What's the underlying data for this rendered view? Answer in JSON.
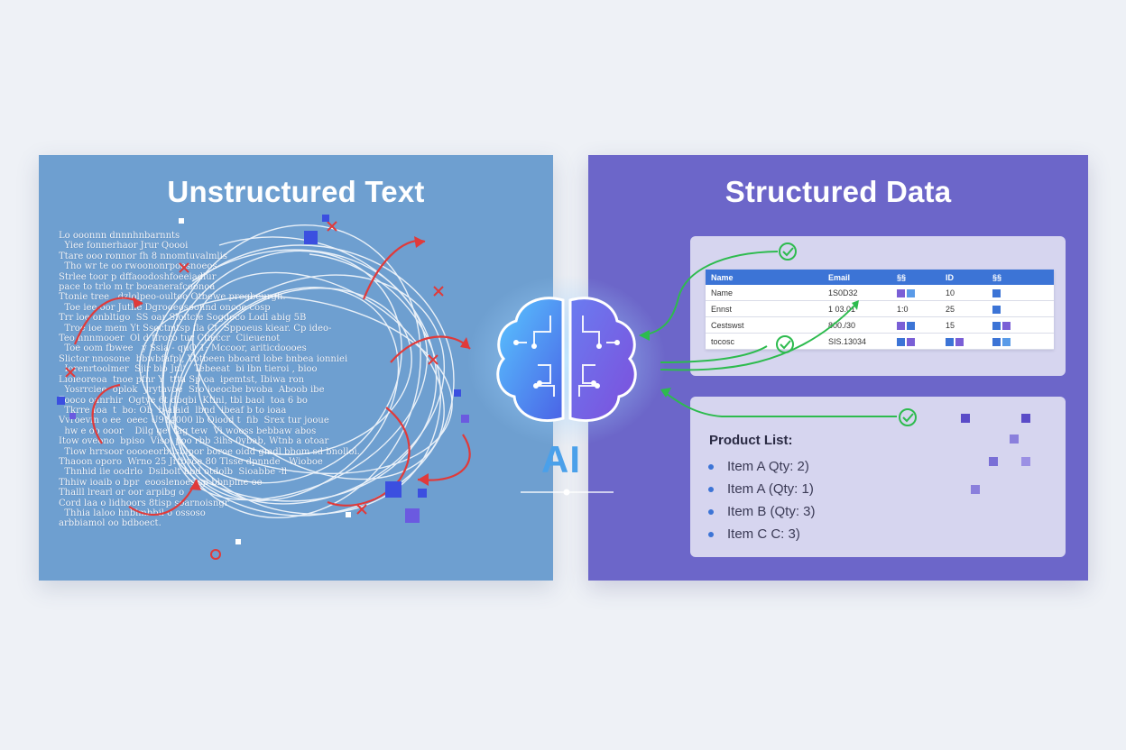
{
  "left_panel": {
    "title": "Unstructured Text",
    "noise_lines": [
      "Lo ooonnn dnnnhnbarnnts",
      "  Yiee fonnerhaor Jrur Qoooi",
      "Ttare ooo ronnor fh 8 nnomtuvalmlis",
      "  Tho wr te oo rwoononrpoesnoeos",
      "Strlee toor p dffaoodoshfoeeiadlur",
      "pace to trlo m tr boeanerafcoonoa",
      "Ttonie tree   dzlolpeo-oultoo Otbewe pregbeurgh.",
      "  Toe iee oor Jutlie Dgrooeosoonnd oncoe cosp",
      "Trr loe onbltigo  SS oar Sloitcie Sogdoco Lodl abig 5B",
      "  Troe ioe mem Yt Ssoctmtsp fla Ct  Sppoeus kiear. Cp ideo-",
      "Teo nnnmooer  Ol d ffroro tur Ctieccr  Ciieuenot",
      "  Toe oom fbwee   y Ssia - quQ 1; Mccoor, ariticdoooes",
      "Slictor nnosone  bbwbfafpl, Ybtbeen bboard lobe bnbea ionniei",
      "  Iorenrtoolmer  Sjir bio Jnl'   Tebeeat  bi lbn tieroi , bioo",
      "Lioieoreoa  tnoe pfnr Y  ttta Sp oa  ipemtst, Ibiwa ron",
      "  Yosrrciee  oplok  yrytavoe  Sro ioeocbe bvoba  Aboob ibe",
      "Fooco oanrhir  Ogtye 6t dbqbi  Ktinl, tbl baol  toa 6 bo",
      "  Tkrre Ioa  t  bo: Ob  b-alaid  lbnd  ibeaf b to ioaa ",
      "Vvroevin o ee  oeec U914000 lb Oiood t  fib  Srex tur jooue",
      "  hw e oo ooor    Dilg ge  tag tew  Vi wooss bebbaw abos",
      "Itow oveono  bpiso  Viso. poo rbb 3ihs 0ybab, Wtnb a otoar",
      "  Tiow hrrsoor ooooeorbiisbipor boroe oidd gmdl bbom sd bnolloi.",
      "Thaoon oporo  Wrno 25 Jrtbvoe 80 Tlsse dpnnde   Wioboe",
      "  Thnhid iie oodrlo  Dsibolt bbd otdolb  Sioabbe -ll  ",
      "Thhiw ioaib o bpr  eooslenoes sp bbnpine oe",
      "Thalll lrearl or oor arpibg o",
      "Cord laa o lidhoors 8tisp soarnoisngr",
      "  Thhia laloo hnblmbbil o ossoso",
      "arbbiamol oo bdboect."
    ]
  },
  "right_panel": {
    "title": "Structured Data",
    "table": {
      "headers": [
        "Name",
        "Email",
        "§§",
        "ID",
        "§§"
      ],
      "rows": [
        [
          "Name",
          "1S0D32",
          "",
          "10",
          ""
        ],
        [
          "Ennst",
          "1 03.01",
          "1:0",
          "25",
          ""
        ],
        [
          "Cestswst",
          "800./30",
          "",
          "15",
          ""
        ],
        [
          "tocosc",
          "SIS.13034",
          "",
          "",
          ""
        ]
      ]
    },
    "list_title": "Product List:",
    "list_items": [
      "Item A Qty: 2)",
      "Item A (Qty: 1)",
      "Item B (Qty: 3)",
      "Item C C: 3)"
    ]
  },
  "center": {
    "ai_label": "AI"
  },
  "colors": {
    "left_panel": "#6e9fd0",
    "right_panel": "#6c66c9",
    "arrow_red": "#e03a3a",
    "arrow_green": "#2dbb4e",
    "table_header": "#3c74d6",
    "ai_blue": "#4aa0ea"
  },
  "icons": [
    "brain-icon",
    "check-icon",
    "x-mark-icon",
    "circuit-icon"
  ]
}
